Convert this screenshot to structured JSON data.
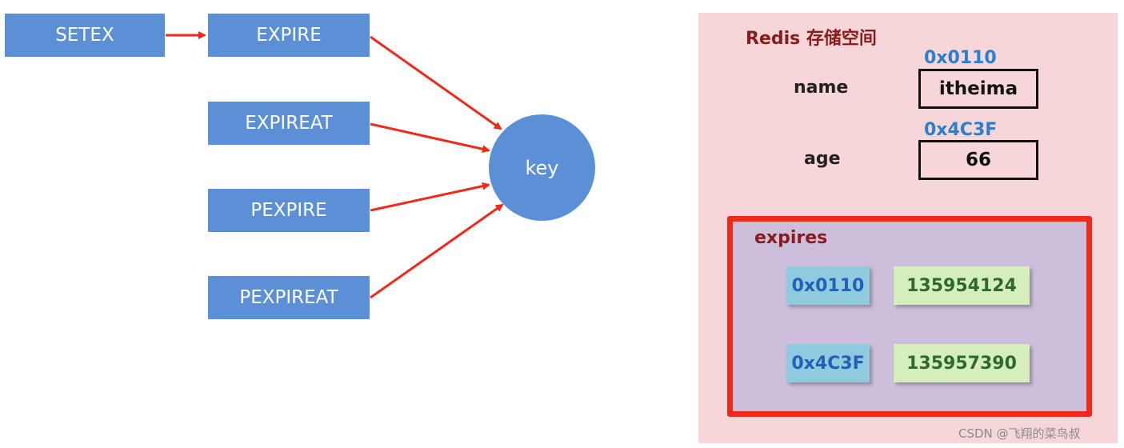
{
  "commands": {
    "setex": "SETEX",
    "expire": "EXPIRE",
    "expireat": "EXPIREAT",
    "pexpire": "PEXPIRE",
    "pexpireat": "PEXPIREAT"
  },
  "key": {
    "label": "key"
  },
  "storage": {
    "title": "Redis 存储空间",
    "entries": [
      {
        "field": "name",
        "address": "0x0110",
        "value": "itheima"
      },
      {
        "field": "age",
        "address": "0x4C3F",
        "value": "66"
      }
    ]
  },
  "expires": {
    "title": "expires",
    "rows": [
      {
        "address": "0x0110",
        "timestamp": "135954124"
      },
      {
        "address": "0x4C3F",
        "timestamp": "135957390"
      }
    ]
  },
  "colors": {
    "command_fill": "#5b8fd6",
    "arrow": "#ee2a1a",
    "storage_bg": "#f6d6d9",
    "expires_bg": "#cdbfdb"
  },
  "watermark": "CSDN @飞翔的菜鸟叔"
}
